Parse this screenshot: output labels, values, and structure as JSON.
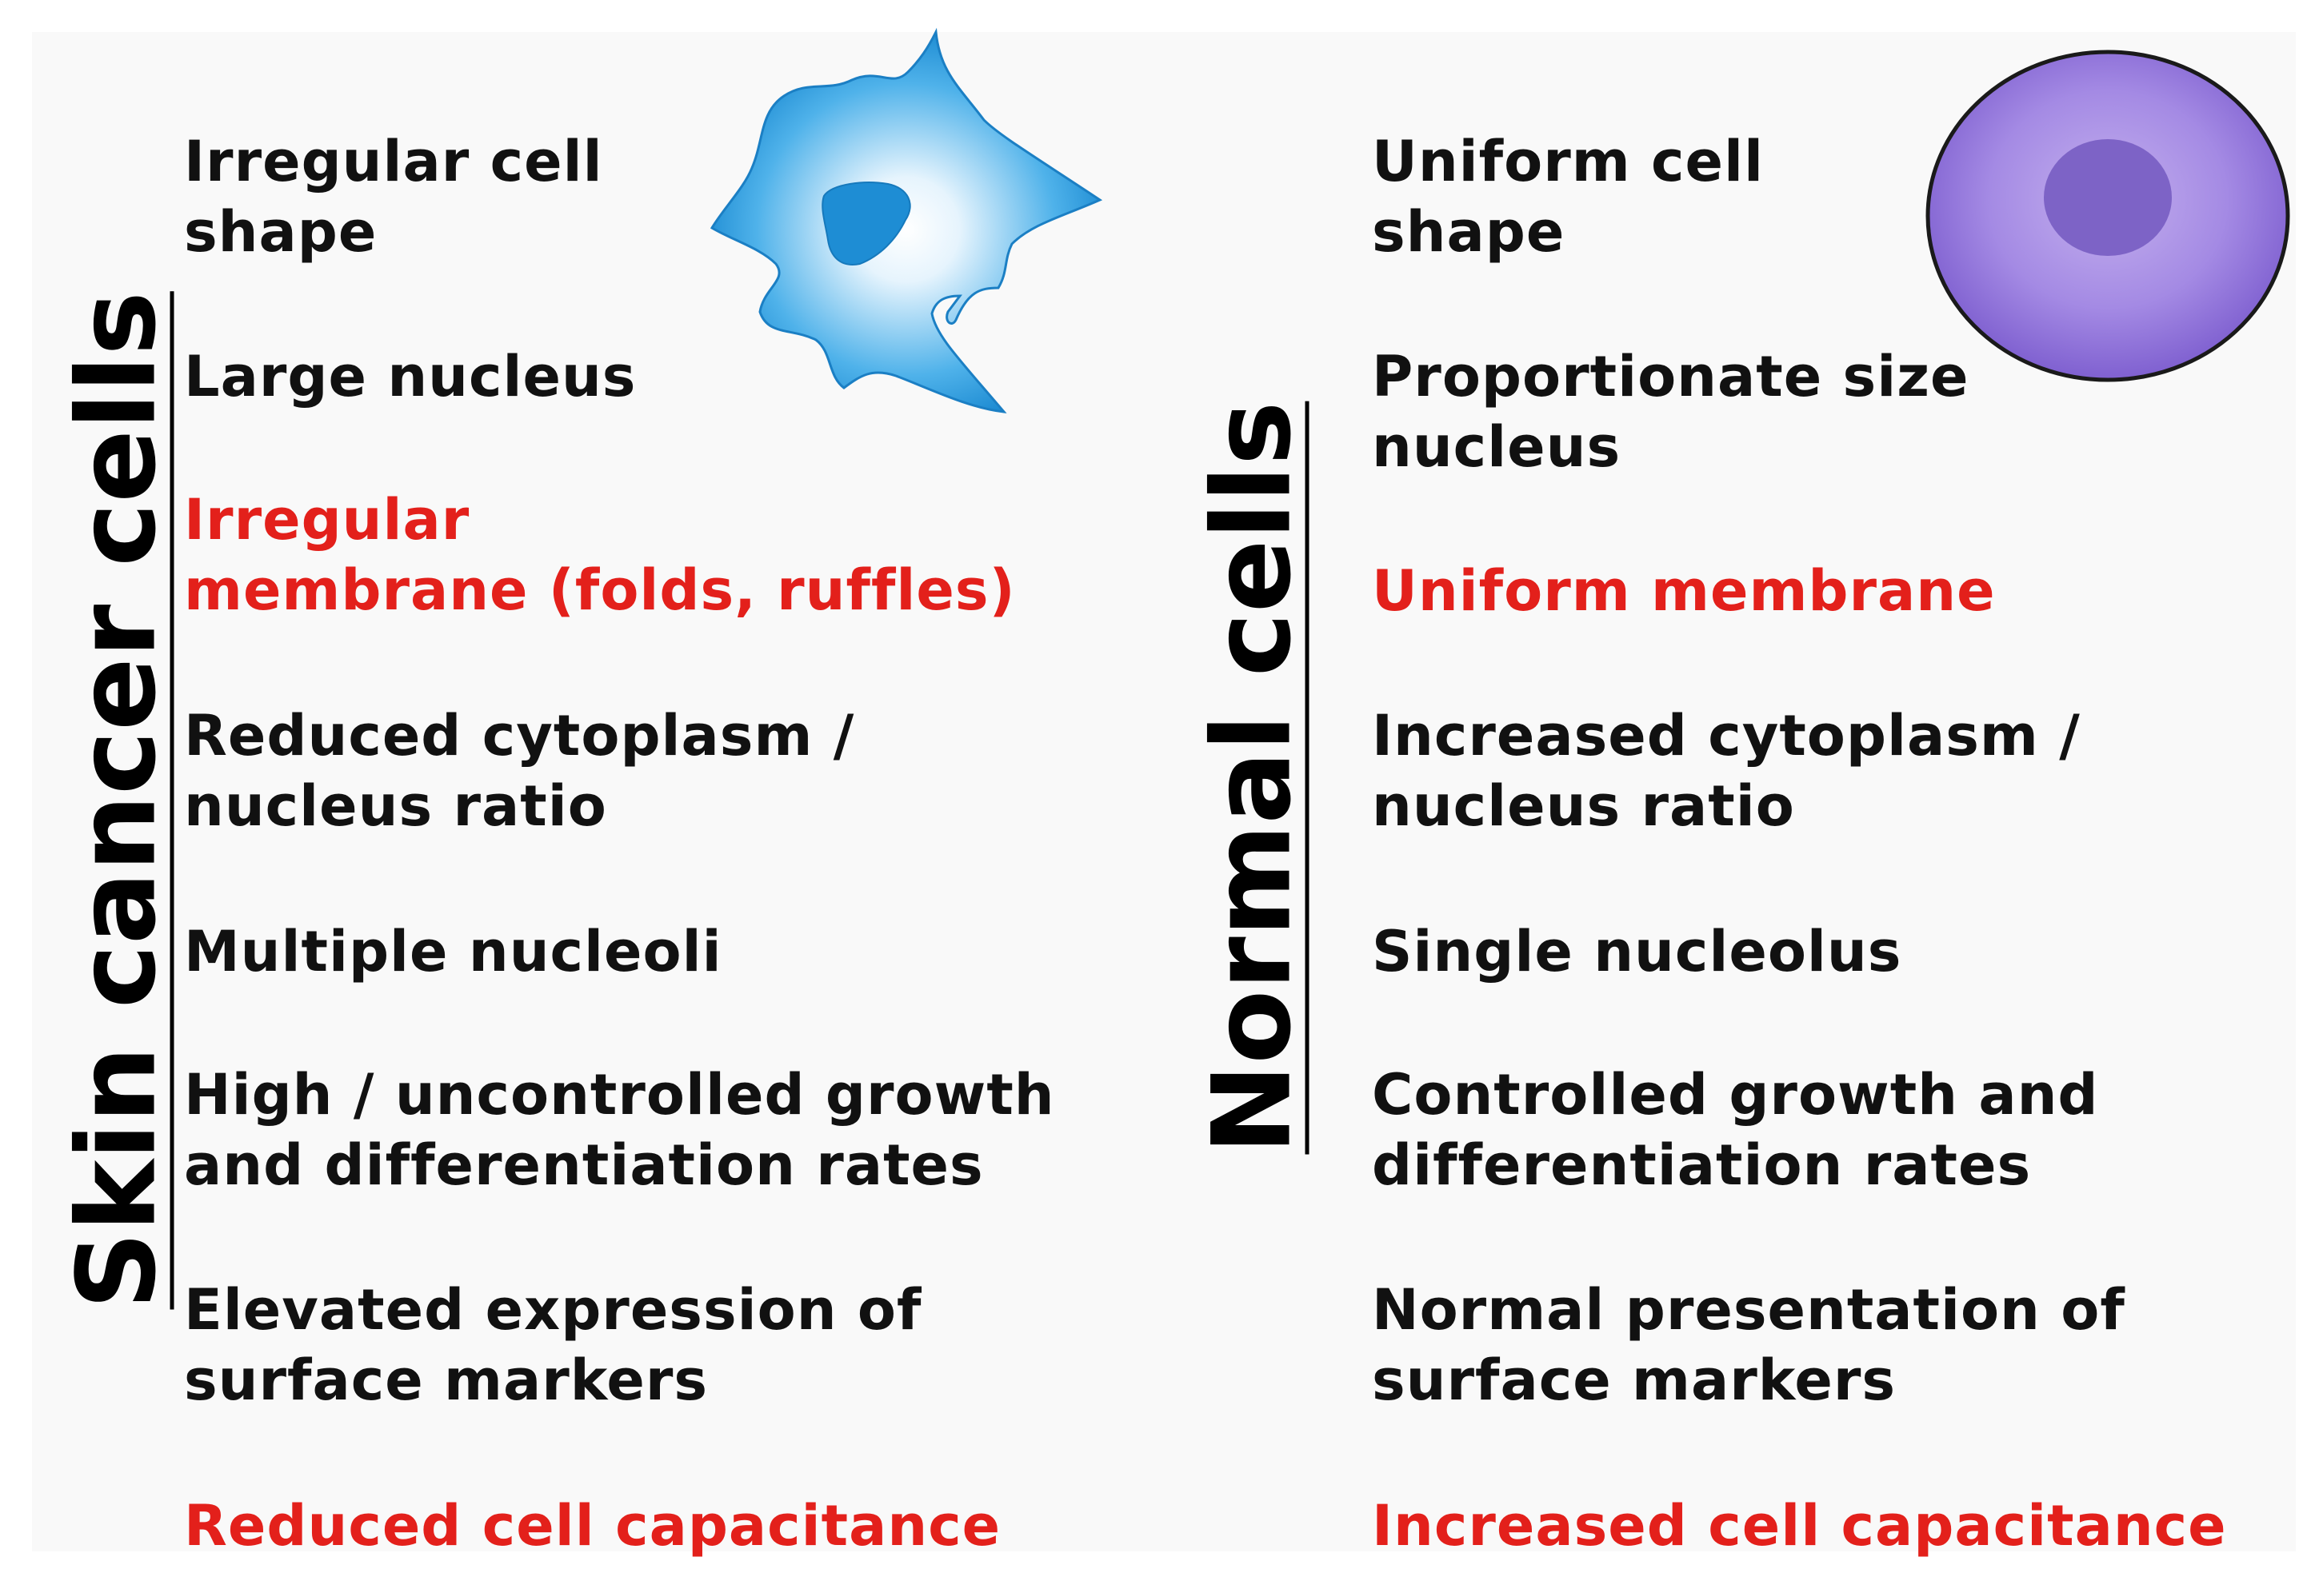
{
  "cancer": {
    "title": "Skin cancer cells",
    "items": [
      {
        "text": "Irregular cell\nshape",
        "highlight": false
      },
      {
        "text": "Large nucleus",
        "highlight": false
      },
      {
        "text": "Irregular\nmembrane (folds, ruffles)",
        "highlight": true
      },
      {
        "text": "Reduced cytoplasm /\nnucleus ratio",
        "highlight": false
      },
      {
        "text": "Multiple nucleoli",
        "highlight": false
      },
      {
        "text": "High / uncontrolled growth\nand differentiation rates",
        "highlight": false
      },
      {
        "text": "Elevated expression of\nsurface markers",
        "highlight": false
      },
      {
        "text": "Reduced cell capacitance",
        "highlight": true
      }
    ]
  },
  "normal": {
    "title": "Normal cells",
    "items": [
      {
        "text": "Uniform cell\nshape",
        "highlight": false
      },
      {
        "text": "Proportionate size\nnucleus",
        "highlight": false
      },
      {
        "text": "Uniform membrane",
        "highlight": true
      },
      {
        "text": "Increased cytoplasm /\nnucleus ratio",
        "highlight": false
      },
      {
        "text": "Single nucleolus",
        "highlight": false
      },
      {
        "text": "Controlled growth and\ndifferentiation rates",
        "highlight": false
      },
      {
        "text": "Normal presentation of\nsurface markers",
        "highlight": false
      },
      {
        "text": "Increased cell capacitance",
        "highlight": true
      }
    ]
  },
  "colors": {
    "highlight_text": "#e3201b",
    "body_text": "#111111",
    "cancer_cell": "#1d8fd6",
    "normal_cell": "#8e6fd6"
  }
}
